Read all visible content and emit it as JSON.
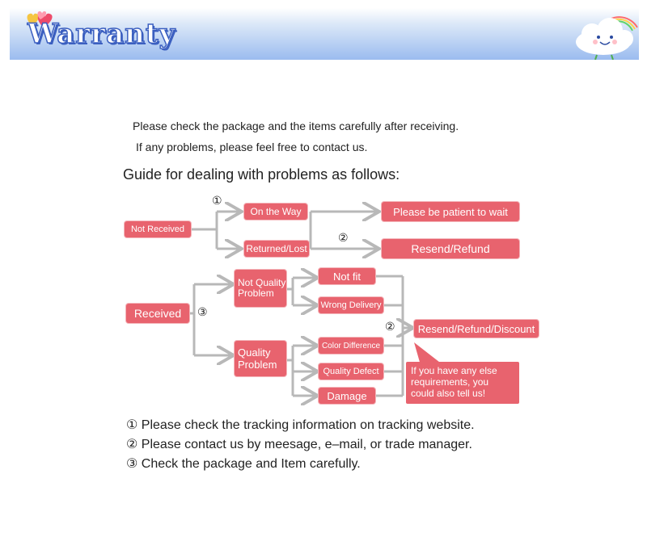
{
  "header": {
    "title": "Warranty"
  },
  "intro": {
    "line1": "Please check the package and the items carefully after receiving.",
    "line2": "If any problems, please feel free to contact us."
  },
  "guide_title": "Guide for dealing with problems as follows:",
  "nodes": {
    "not_received": "Not Received",
    "on_the_way": "On the Way",
    "returned_lost": "Returned/Lost",
    "please_wait": "Please be patient to wait",
    "resend_refund": "Resend/Refund",
    "received": "Received",
    "not_quality_problem": "Not Quality Problem",
    "quality_problem": "Quality Problem",
    "not_fit": "Not fit",
    "wrong_delivery": "Wrong Delivery",
    "color_difference": "Color Difference",
    "quality_defect": "Quality Defect",
    "damage": "Damage",
    "resend_refund_discount": "Resend/Refund/Discount",
    "bubble": "If you have any else requirements, you could also tell us!"
  },
  "markers": {
    "one": "①",
    "two": "②",
    "three": "③"
  },
  "notes": {
    "note1": "① Please check the tracking information on tracking website.",
    "note2": "② Please contact us by meesage, e–mail, or trade manager.",
    "note3": "③ Check the package and Item carefully."
  },
  "colors": {
    "box": "#e8636e",
    "header_blue": "#3b5fc0",
    "connector": "#b8b8b8"
  },
  "icons": [
    "hearts-icon",
    "cloud-icon"
  ]
}
